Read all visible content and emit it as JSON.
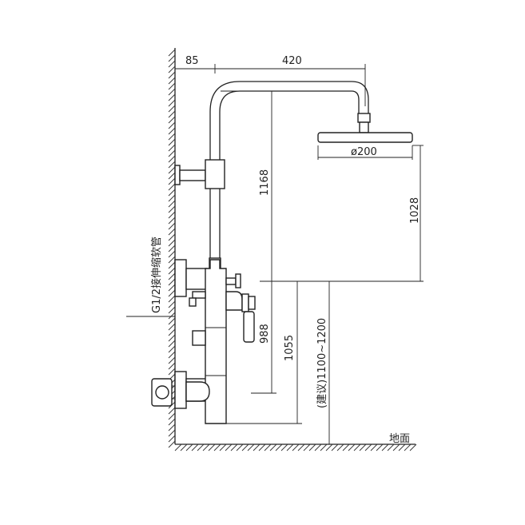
{
  "dimensions": {
    "wall_offset": "85",
    "arm_length": "420",
    "head_diameter": "ø200",
    "arm_height": "1168",
    "head_height": "1028",
    "spout_height": "988",
    "valve_height": "1055",
    "recommended": "(建议)1100~1200"
  },
  "labels": {
    "hose": "G1/2接伸缩软管",
    "floor": "地面"
  },
  "colors": {
    "line": "#222222",
    "background": "#ffffff"
  }
}
